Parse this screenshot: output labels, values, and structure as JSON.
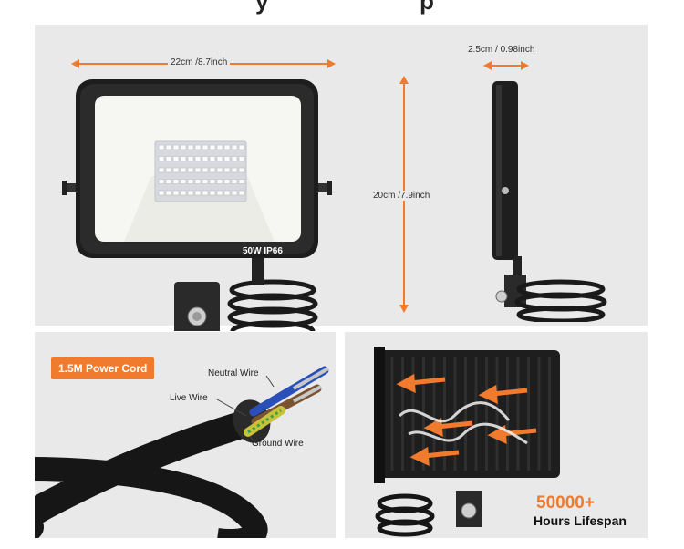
{
  "header": {
    "title_partial_left": "y",
    "title_partial_right": "p"
  },
  "dimensions": {
    "width": "22cm /8.7inch",
    "depth": "2.5cm / 0.98inch",
    "height": "20cm /7.9inch"
  },
  "product_label": "50W  IP66",
  "cord": {
    "tag": "1.5M Power Cord",
    "neutral": "Neutral Wire",
    "live": "Live Wire",
    "ground": "Ground Wire"
  },
  "lifespan": {
    "number": "50000+",
    "text": "Hours Lifespan"
  },
  "colors": {
    "accent": "#f07a2d",
    "panel": "#e9e9e9"
  }
}
